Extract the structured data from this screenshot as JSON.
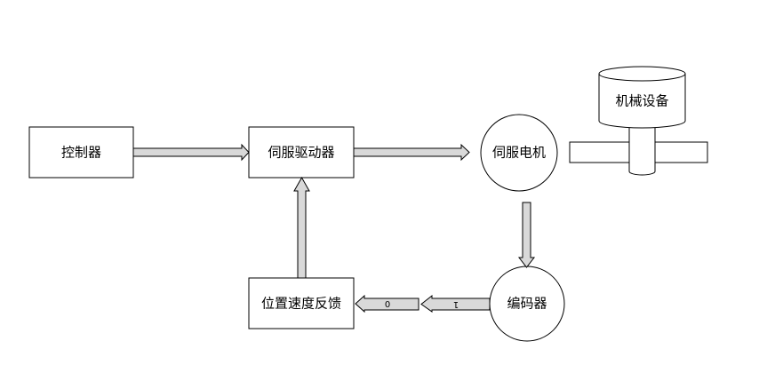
{
  "diagram": {
    "nodes": {
      "controller": "控制器",
      "servo_driver": "伺服驱动器",
      "servo_motor": "伺服电机",
      "mechanical_equipment": "机械设备",
      "encoder": "编码器",
      "position_speed_feedback": "位置速度反馈"
    },
    "arrow_labels": {
      "encoder_out": "1",
      "feedback_in": "0"
    }
  },
  "colors": {
    "stroke": "#000000",
    "arrow_fill": "#d9d9d9",
    "node_fill": "#ffffff"
  }
}
